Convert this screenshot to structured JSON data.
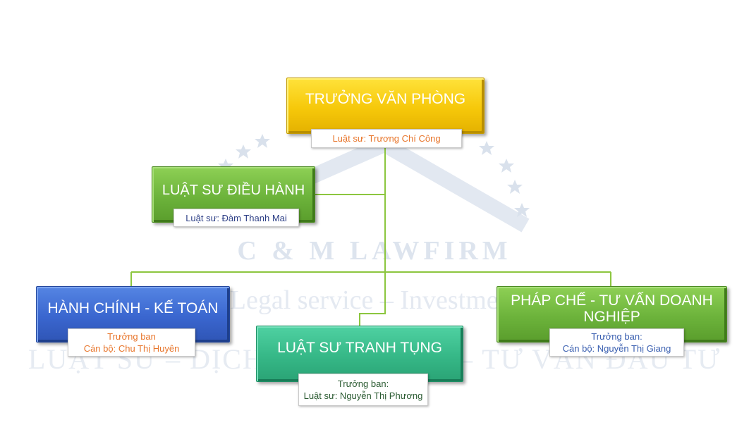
{
  "watermark": {
    "brand": "C & M LAWFIRM",
    "tagline": "Legal service – Investment",
    "line3": "LUẬT SƯ – DỊCH VỤ PHÁP LÝ – TƯ VẤN ĐẦU TƯ"
  },
  "nodes": {
    "head": {
      "title": "TRƯỞNG VĂN PHÒNG",
      "person": "Luật sư: Trương Chí Công"
    },
    "executive": {
      "title": "LUẬT SƯ ĐIỀU HÀNH",
      "person": "Luật sư: Đàm Thanh Mai"
    },
    "admin": {
      "title": "HÀNH CHÍNH - KẾ TOÁN",
      "role": "Trưởng ban",
      "person": "Cán bộ: Chu Thị Huyên"
    },
    "litigation": {
      "title": "LUẬT SƯ TRANH TỤNG",
      "role": "Trưởng ban:",
      "person": "Luật sư: Nguyễn Thị Phương"
    },
    "legal": {
      "title": "PHÁP CHẾ - TƯ VẤN DOANH NGHIỆP",
      "role": "Trưởng ban:",
      "person": "Cán bộ: Nguyễn Thị Giang"
    }
  },
  "colors": {
    "head": "#f6c80a",
    "executive": "#6cb33b",
    "admin": "#3a66cf",
    "litigation": "#36b887",
    "legal": "#6cb33b",
    "connector": "#8cc63f"
  }
}
